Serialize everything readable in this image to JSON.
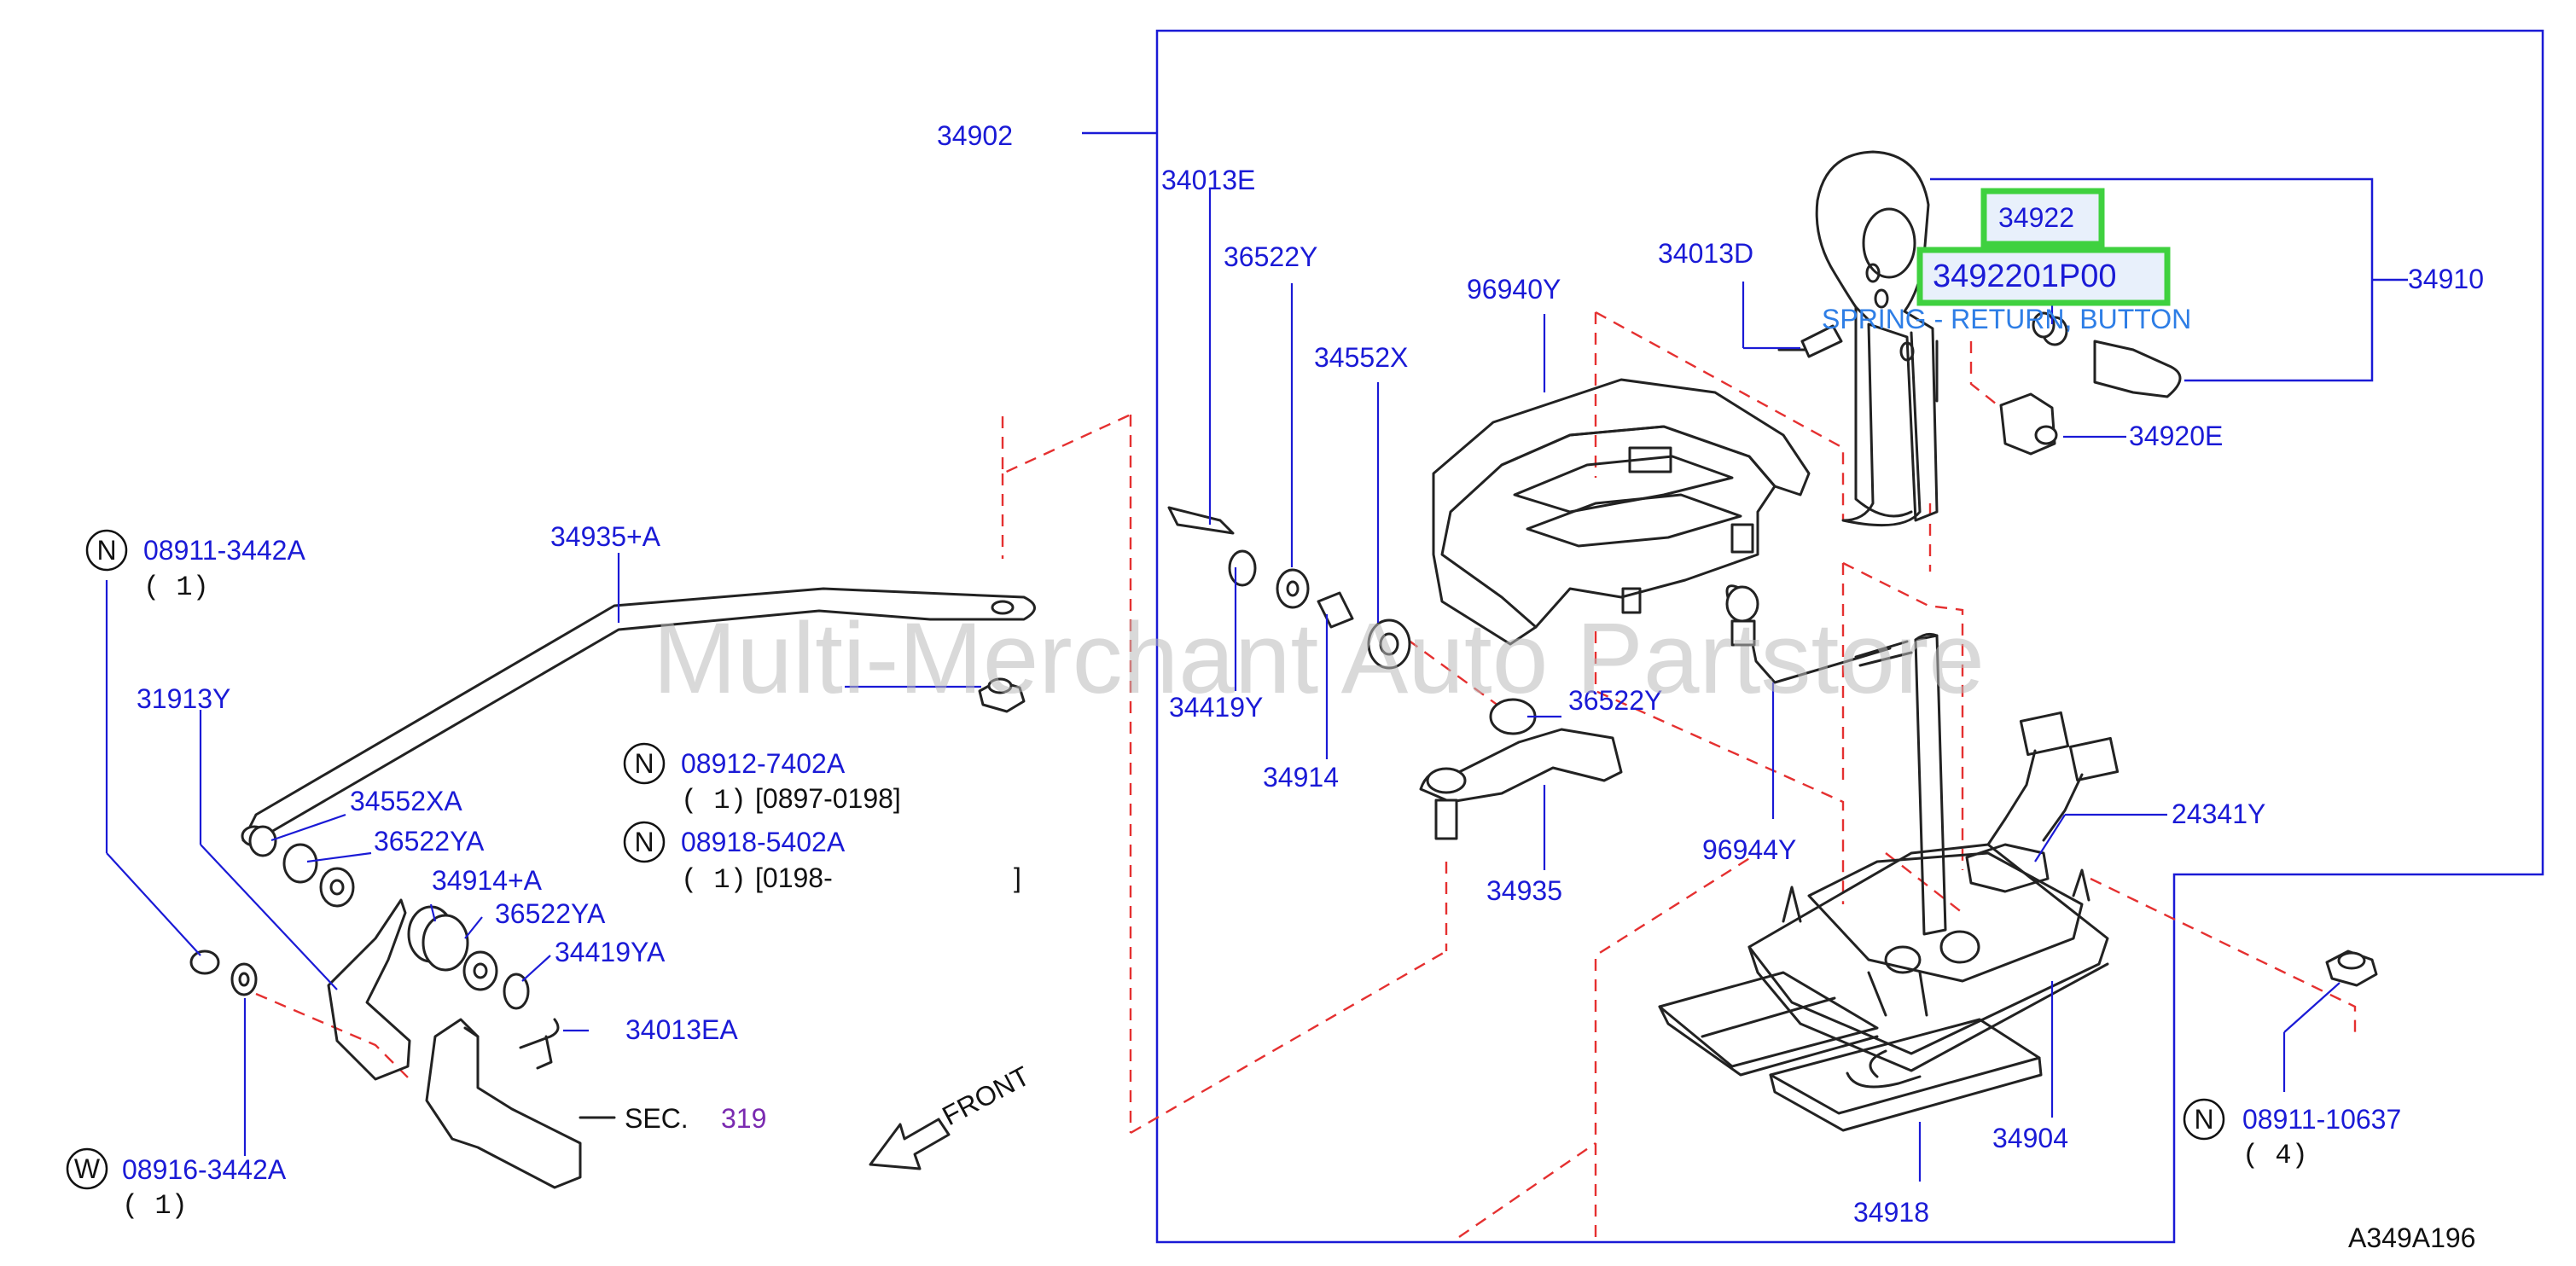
{
  "diagram": {
    "drawing_id": "A349A196",
    "watermark": "Multi-Merchant Auto Partstore",
    "front_label": "FRONT",
    "section_ref": {
      "prefix": "SEC.",
      "number": "319"
    },
    "highlight": {
      "part": "34922",
      "alt_part": "3492201P00",
      "description": "SPRING - RETURN, BUTTON"
    },
    "colors": {
      "label": "#1a1ad6",
      "highlight_border": "#3fd13f",
      "dash": "#e53030",
      "section": "#7a2ab0"
    },
    "parts": {
      "p34902": "34902",
      "p34013E": "34013E",
      "p36522Y": "36522Y",
      "p96940Y": "96940Y",
      "p34552X": "34552X",
      "p34013D": "34013D",
      "p34910": "34910",
      "p34920E": "34920E",
      "p34935A": "34935+A",
      "p31913Y": "31913Y",
      "p34552XA": "34552XA",
      "p36522YA_1": "36522YA",
      "p34914A": "34914+A",
      "p36522YA_2": "36522YA",
      "p34419YA": "34419YA",
      "p34013EA": "34013EA",
      "p34419Y": "34419Y",
      "p34914": "34914",
      "p36522Y_2": "36522Y",
      "p34935": "34935",
      "p96944Y": "96944Y",
      "p24341Y": "24341Y",
      "p34904": "34904",
      "p34918": "34918"
    },
    "fasteners": [
      {
        "prefix": "N",
        "part": "08911-3442A",
        "qty": "( 1)",
        "range": ""
      },
      {
        "prefix": "N",
        "part": "08912-7402A",
        "qty": "( 1)",
        "range": "[0897-0198]"
      },
      {
        "prefix": "N",
        "part": "08918-5402A",
        "qty": "( 1)",
        "range": "[0198-"
      },
      {
        "prefix": "W",
        "part": "08916-3442A",
        "qty": "( 1)",
        "range": ""
      },
      {
        "prefix": "N",
        "part": "08911-10637",
        "qty": "( 4)",
        "range": ""
      }
    ],
    "range_close": "]"
  }
}
